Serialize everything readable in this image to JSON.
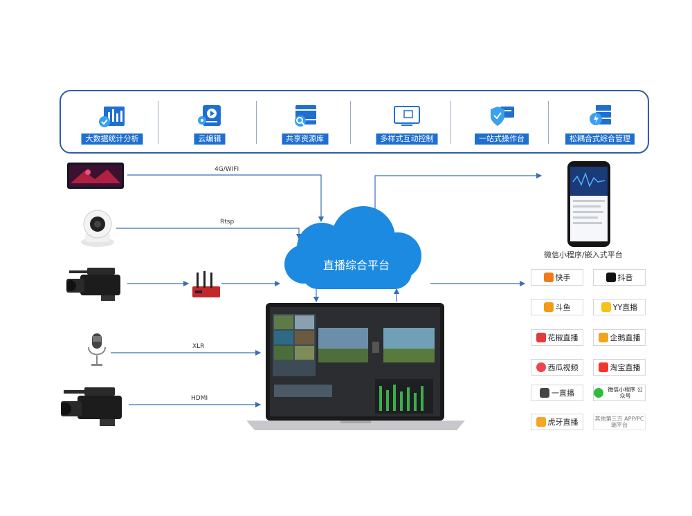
{
  "features": [
    {
      "label": "大数据统计分析",
      "icon": "chart-bars-icon"
    },
    {
      "label": "云编辑",
      "icon": "video-edit-icon"
    },
    {
      "label": "共享资源库",
      "icon": "film-search-icon"
    },
    {
      "label": "多样式互动控制",
      "icon": "screen-control-icon"
    },
    {
      "label": "一站式操作台",
      "icon": "shield-console-icon"
    },
    {
      "label": "松耦合式综合管理",
      "icon": "server-stack-icon"
    }
  ],
  "inputs": [
    {
      "link": "4G/WIFI",
      "device": "stage-screen"
    },
    {
      "link": "Rtsp",
      "device": "ip-camera"
    },
    {
      "link": "",
      "device": "camcorder-with-encoder"
    },
    {
      "link": "XLR",
      "device": "microphone"
    },
    {
      "link": "HDMI",
      "device": "camcorder"
    }
  ],
  "cloud_label": "直播综合平台",
  "wechat_caption": "微信小程序/嵌入式平台",
  "platforms": [
    {
      "name": "快手",
      "color": "#f07a1a"
    },
    {
      "name": "抖音",
      "color": "#111111"
    },
    {
      "name": "斗鱼",
      "color": "#f39a16"
    },
    {
      "name": "YY直播",
      "color": "#f4c21a"
    },
    {
      "name": "花椒直播",
      "color": "#e23b3b"
    },
    {
      "name": "企鹅直播",
      "color": "#f2a51c"
    },
    {
      "name": "西瓜视频",
      "color": "#f0434e"
    },
    {
      "name": "淘宝直播",
      "color": "#f4352c"
    },
    {
      "name": "一直播",
      "color": "#444444"
    },
    {
      "name": "微信小程序 公众号",
      "color": "#2dbd3a"
    },
    {
      "name": "虎牙直播",
      "color": "#f6a623"
    },
    {
      "name": "其他第三方 APP/PC端平台",
      "color": "#cccccc"
    }
  ],
  "colors": {
    "accent": "#1f6fd1",
    "cloud": "#1b8ae0",
    "line": "#3a6fb6"
  }
}
